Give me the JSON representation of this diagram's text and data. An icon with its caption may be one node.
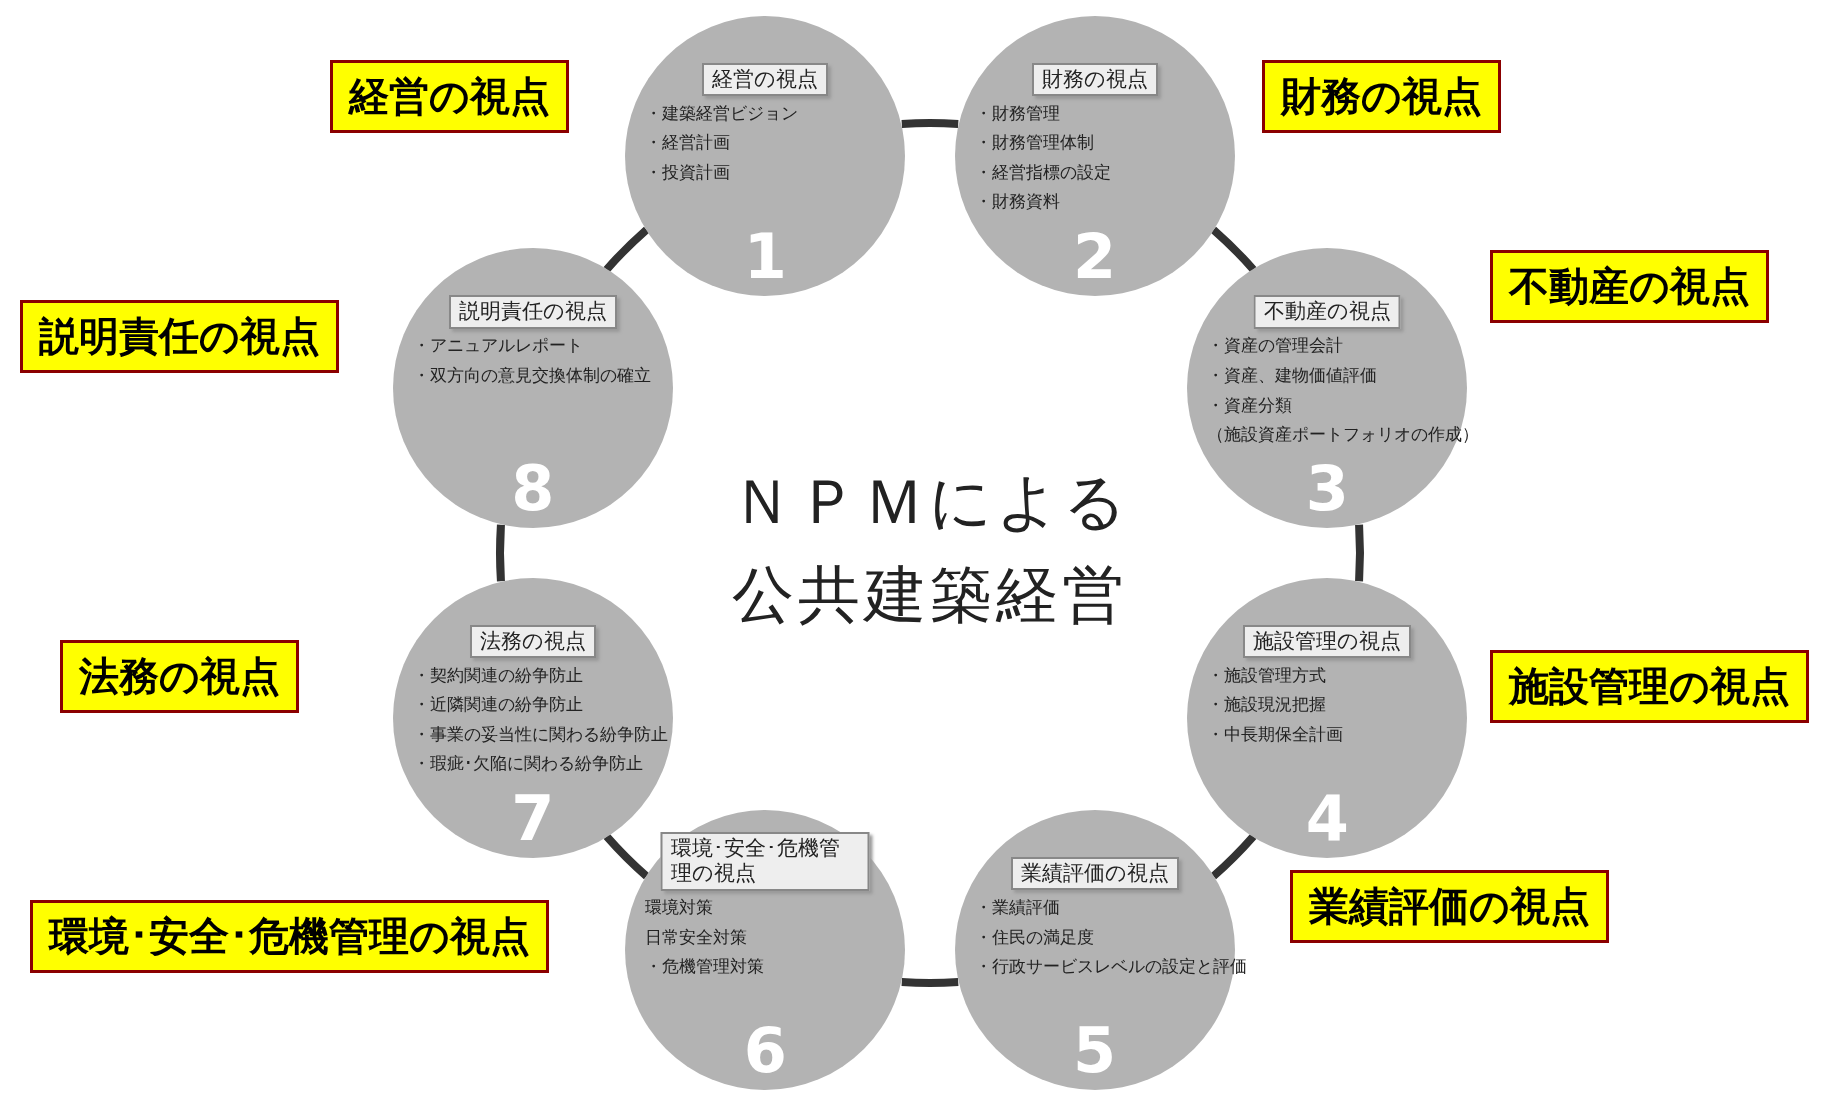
{
  "diagram": {
    "title": "ＮＰＭによる公共建築経営",
    "nodes": [
      {
        "text": [
          "・建築経営ビジョン",
          "・経営計画",
          "・投資計画",
          "1"
        ]
      },
      {
        "text": [
          "経営の視点"
        ],
        "in": 0
      },
      {
        "text": [
          "・財務管理",
          "・財務管理体制",
          "・経営指標の設定",
          "・財務資料",
          "2"
        ]
      },
      {
        "text": [
          "財務の視点"
        ],
        "in": 2
      },
      {
        "text": [
          "・資産の管理会計",
          "・資産、建物価値評価",
          "・資産分類",
          "（施設資産ポートフォリオの作成）",
          "3"
        ]
      },
      {
        "text": [
          "不動産の視点"
        ],
        "in": 4
      },
      {
        "text": [
          "・施設管理方式",
          "・施設現況把握",
          "・中長期保全計画",
          "4"
        ]
      },
      {
        "text": [
          "施設管理の視点"
        ],
        "in": 6
      },
      {
        "text": [
          "・業績評価",
          "・住民の満足度",
          "・行政サービスレベルの設定と評価",
          "5"
        ]
      },
      {
        "text": [
          "業績評価の視点"
        ],
        "in": 8
      },
      {
        "text": [
          "環境対策",
          "日常安全対策",
          "・危機管理対策",
          "6"
        ]
      },
      {
        "text": [
          "環境･安全･危機管理の視点"
        ],
        "in": 10
      },
      {
        "text": [
          "・契約関連の紛争防止",
          "・近隣関連の紛争防止",
          "・事業の妥当性に関わる紛争防止",
          "・瑕疵･欠陥に関わる紛争防止",
          "7"
        ]
      },
      {
        "text": [
          "法務の視点"
        ],
        "in": 12
      },
      {
        "text": [
          "・アニュアルレポート",
          "・双方向の意見交換体制の確立",
          "8"
        ]
      },
      {
        "text": [
          "説明責任の視点"
        ],
        "in": 14
      },
      {
        "text": [
          "経営の視点"
        ]
      },
      {
        "text": [
          "財務の視点"
        ]
      },
      {
        "text": [
          "不動産の視点"
        ]
      },
      {
        "text": [
          "施設管理の視点"
        ]
      },
      {
        "text": [
          "業績評価の視点"
        ]
      },
      {
        "text": [
          "環境･安全･危機管理の視点"
        ]
      },
      {
        "text": [
          "法務の視点"
        ]
      },
      {
        "text": [
          "説明責任の視点"
        ]
      }
    ],
    "edges": [
      {
        "from": 0,
        "to": 2,
        "arrow": "none"
      },
      {
        "from": 2,
        "to": 4,
        "arrow": "none"
      },
      {
        "from": 4,
        "to": 6,
        "arrow": "none"
      },
      {
        "from": 6,
        "to": 8,
        "arrow": "none"
      },
      {
        "from": 8,
        "to": 10,
        "arrow": "none"
      },
      {
        "from": 10,
        "to": 12,
        "arrow": "none"
      },
      {
        "from": 12,
        "to": 14,
        "arrow": "none"
      },
      {
        "from": 14,
        "to": 0,
        "arrow": "none"
      }
    ]
  }
}
